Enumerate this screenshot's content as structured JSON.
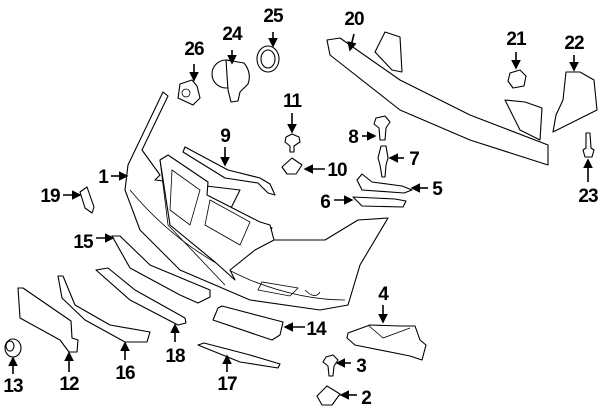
{
  "diagram": {
    "title": "Front bumper parts diagram",
    "callouts": [
      "1",
      "2",
      "3",
      "4",
      "5",
      "6",
      "7",
      "8",
      "9",
      "10",
      "11",
      "12",
      "13",
      "14",
      "15",
      "16",
      "17",
      "18",
      "19",
      "20",
      "21",
      "22",
      "23",
      "24",
      "25",
      "26"
    ]
  }
}
